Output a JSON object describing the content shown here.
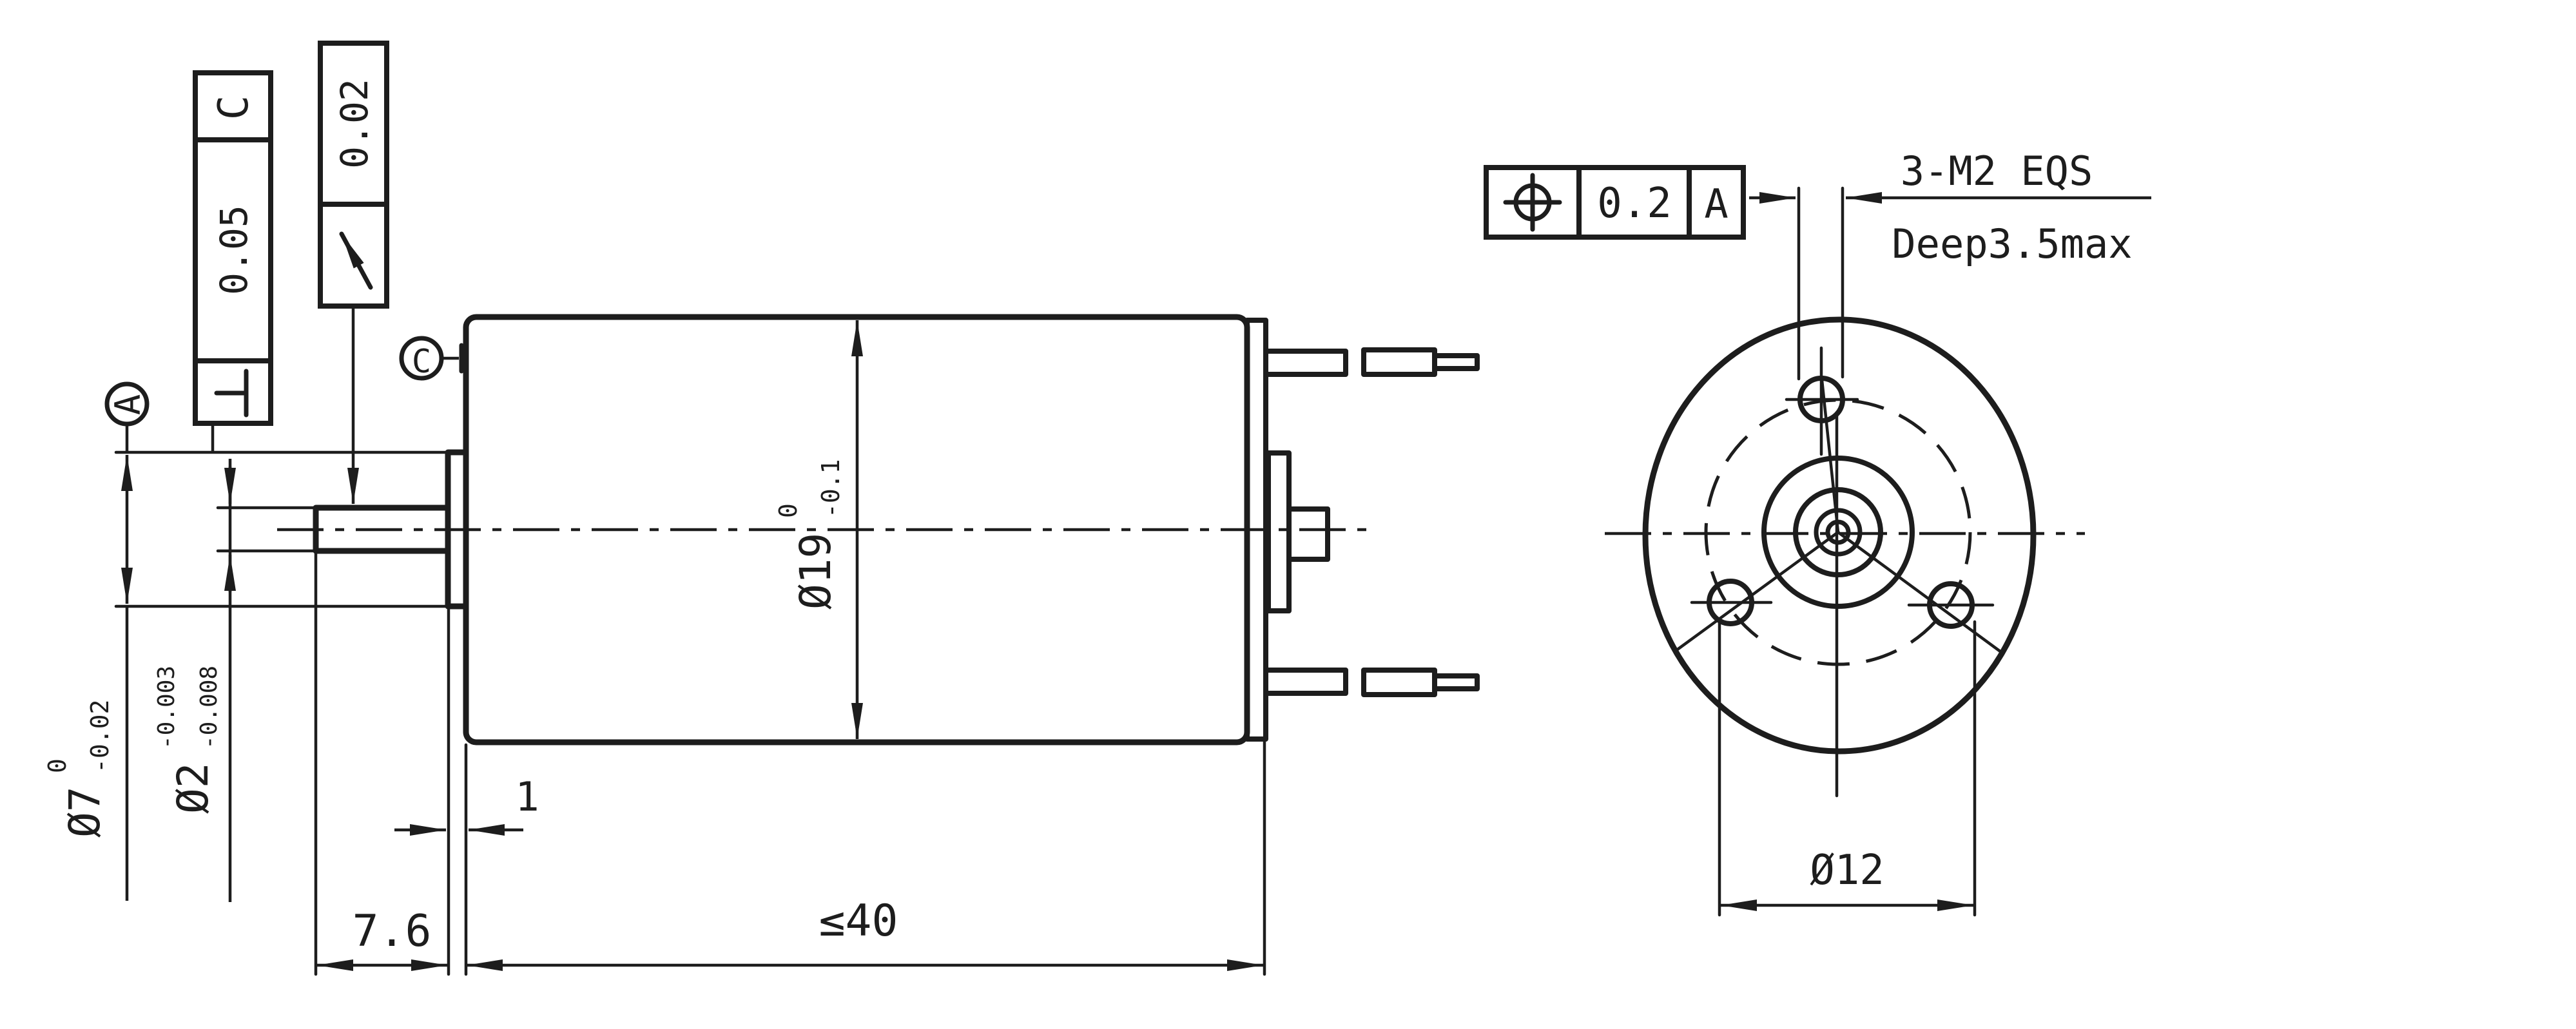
{
  "gdt_frames": {
    "perpendicularity": {
      "value": "0.05",
      "datum": "C"
    },
    "circular_runout": {
      "value": "0.02"
    },
    "true_position": {
      "value": "0.2",
      "datum": "A"
    }
  },
  "datum_labels": {
    "a": "A",
    "c": "C"
  },
  "dimensions": {
    "boss_diameter": {
      "base": "Ø7",
      "upper": "0",
      "lower": "-0.02"
    },
    "shaft_diameter": {
      "base": "Ø2",
      "upper": "-0.003",
      "lower": "-0.008"
    },
    "body_diameter": {
      "base": "Ø19",
      "upper": "0",
      "lower": "-0.1"
    },
    "body_length": "≤40",
    "shaft_extension": "7.6",
    "boss_width": "1",
    "bolt_circle_diameter": "Ø12",
    "mounting_holes": {
      "callout": "3-M2 EQS",
      "depth": "Deep3.5max"
    }
  }
}
